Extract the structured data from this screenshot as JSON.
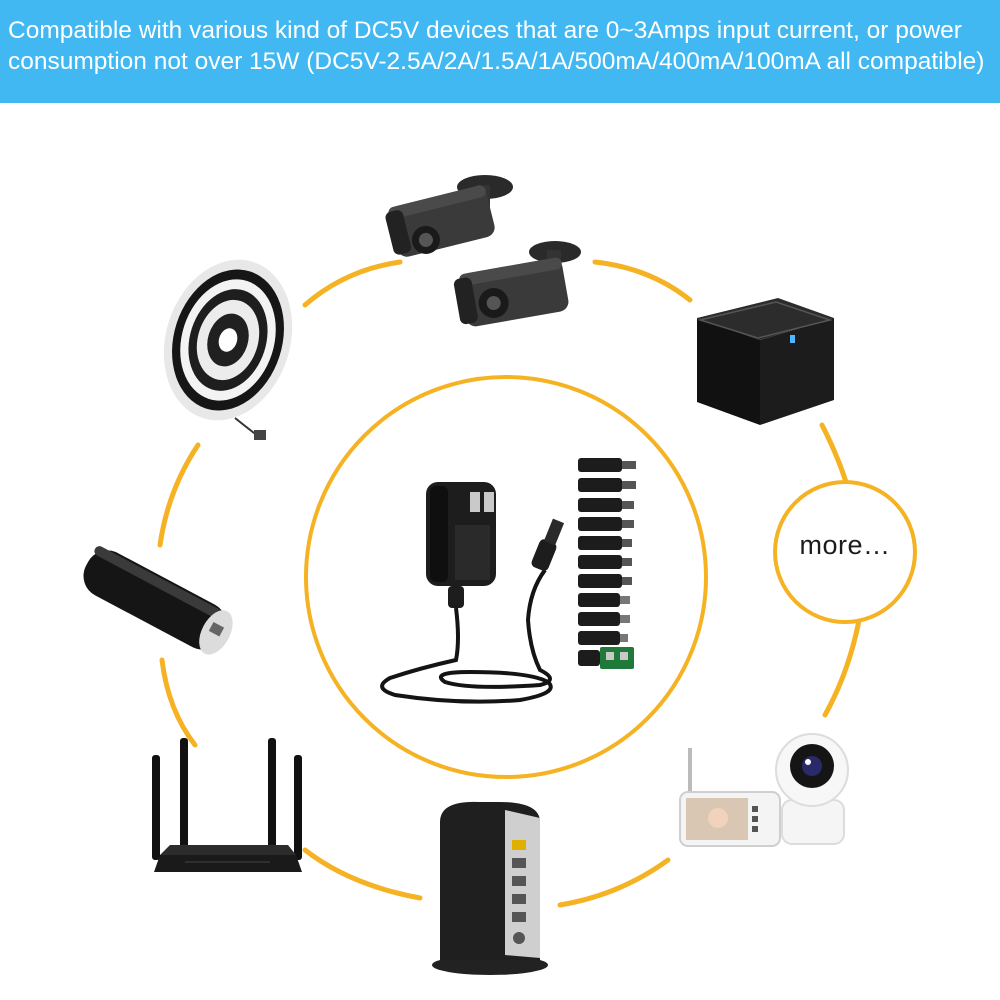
{
  "banner": {
    "line1": "Compatible with various kind of DC5V devices that are 0~3Amps input current, or power",
    "line2": "consumption not over 15W (DC5V-2.5A/2A/1.5A/1A/500mA/400mA/100mA all compatible)",
    "background_color": "#41b8f2",
    "text_color": "#ffffff"
  },
  "more_bubble": {
    "label": "more…"
  },
  "ring_color": "#f5b223",
  "devices": [
    {
      "name": "security-cameras-icon"
    },
    {
      "name": "bluetooth-speaker-icon"
    },
    {
      "name": "led-strip-icon"
    },
    {
      "name": "power-bank-icon"
    },
    {
      "name": "wifi-router-icon"
    },
    {
      "name": "modem-router-icon"
    },
    {
      "name": "baby-monitor-icon"
    },
    {
      "name": "power-adapter-icon"
    },
    {
      "name": "dc-connector-tips-icon"
    }
  ]
}
